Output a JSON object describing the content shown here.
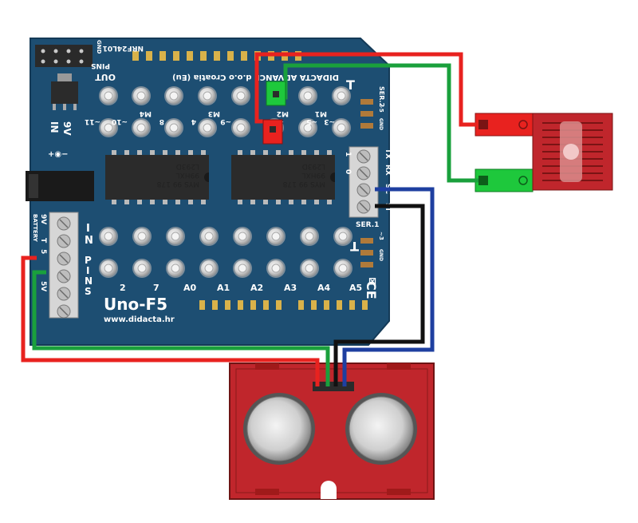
{
  "board": {
    "model": "Uno-F5",
    "website": "www.didacta.hr",
    "manufacturer": "DIDACTA ADVANCE d.o.o Croatia (Eu)",
    "module_label": "NRF24L01",
    "gnd_top": "GND",
    "out_pins": [
      "OUT",
      "PINS"
    ],
    "in_pins": [
      "I",
      "N"
    ],
    "pins_vertical": [
      "P",
      "I",
      "N",
      "S"
    ],
    "top_pin_labels": [
      "~11",
      "~10",
      "8",
      "4",
      "~9",
      "~6",
      "~5",
      "~3"
    ],
    "motor_labels": [
      "M4",
      "M3",
      "M2",
      "M1"
    ],
    "bottom_pin_labels": [
      "2",
      "7",
      "A0",
      "A1",
      "A2",
      "A3",
      "A4",
      "A5"
    ],
    "chip_lines": [
      "L293D",
      "99HXL",
      "MYS 99 178"
    ],
    "power_in": [
      "9V",
      "IN"
    ],
    "battery_label": "BATTERY",
    "battery_terms": [
      "9V",
      "5V",
      "T",
      "5"
    ],
    "ser2": "SER.2",
    "ser2_pins": [
      "~5",
      "GND"
    ],
    "ser1": "SER.1",
    "ser1_pins": [
      "~3",
      "GND"
    ],
    "serial_labels": [
      "TX",
      "RX",
      "SC",
      "SI"
    ],
    "serial_nums": [
      "1",
      "0"
    ],
    "ce_mark": "CE",
    "t_marks": [
      "T",
      "T"
    ]
  },
  "colors": {
    "board": "#1d4e72",
    "board_edge": "#143a57",
    "wire_red": "#e8221f",
    "wire_green": "#1aa03c",
    "wire_black": "#111111",
    "wire_blue": "#1e3fa0",
    "sensor_red": "#c0262c",
    "chip": "#2b2b2b",
    "pad": "#d8d8d8"
  }
}
